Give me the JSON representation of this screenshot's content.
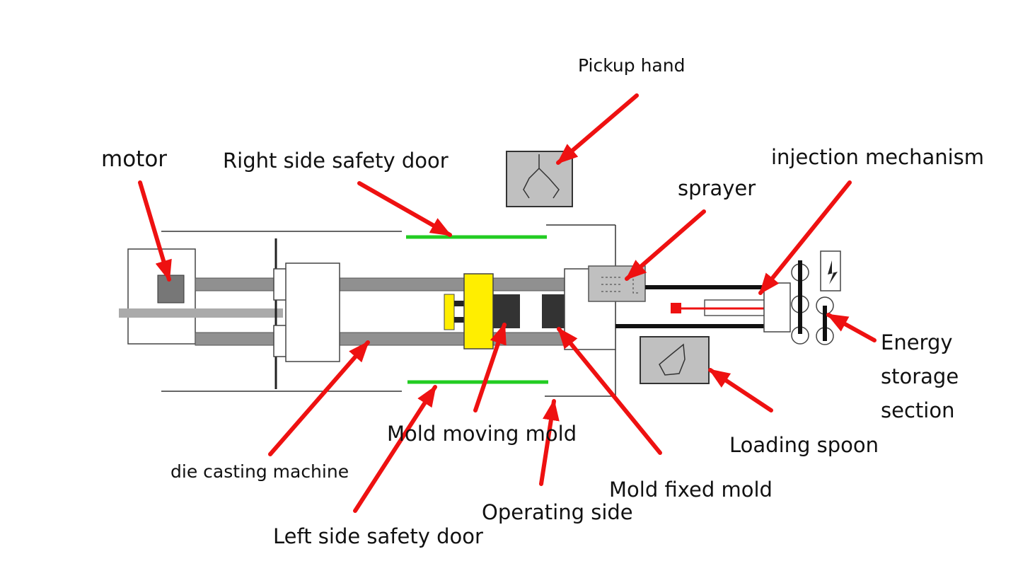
{
  "labels": {
    "pickup_hand": "Pickup hand",
    "motor": "motor",
    "right_door": "Right side safety door",
    "injection": "injection mechanism",
    "sprayer": "sprayer",
    "energy": "Energy storage section",
    "moving_mold": "Mold moving mold",
    "loading_spoon": "Loading spoon",
    "die_casting": "die casting machine",
    "fixed_mold": "Mold fixed mold",
    "operating_side": "Operating side",
    "left_door": "Left side safety door"
  },
  "colors": {
    "arrow": "#ee1111",
    "safety_door": "#22cc22",
    "moving_platen": "#ffee00",
    "mold": "#333333",
    "tie_bar": "#909090",
    "panel": "#c0c0c0"
  }
}
